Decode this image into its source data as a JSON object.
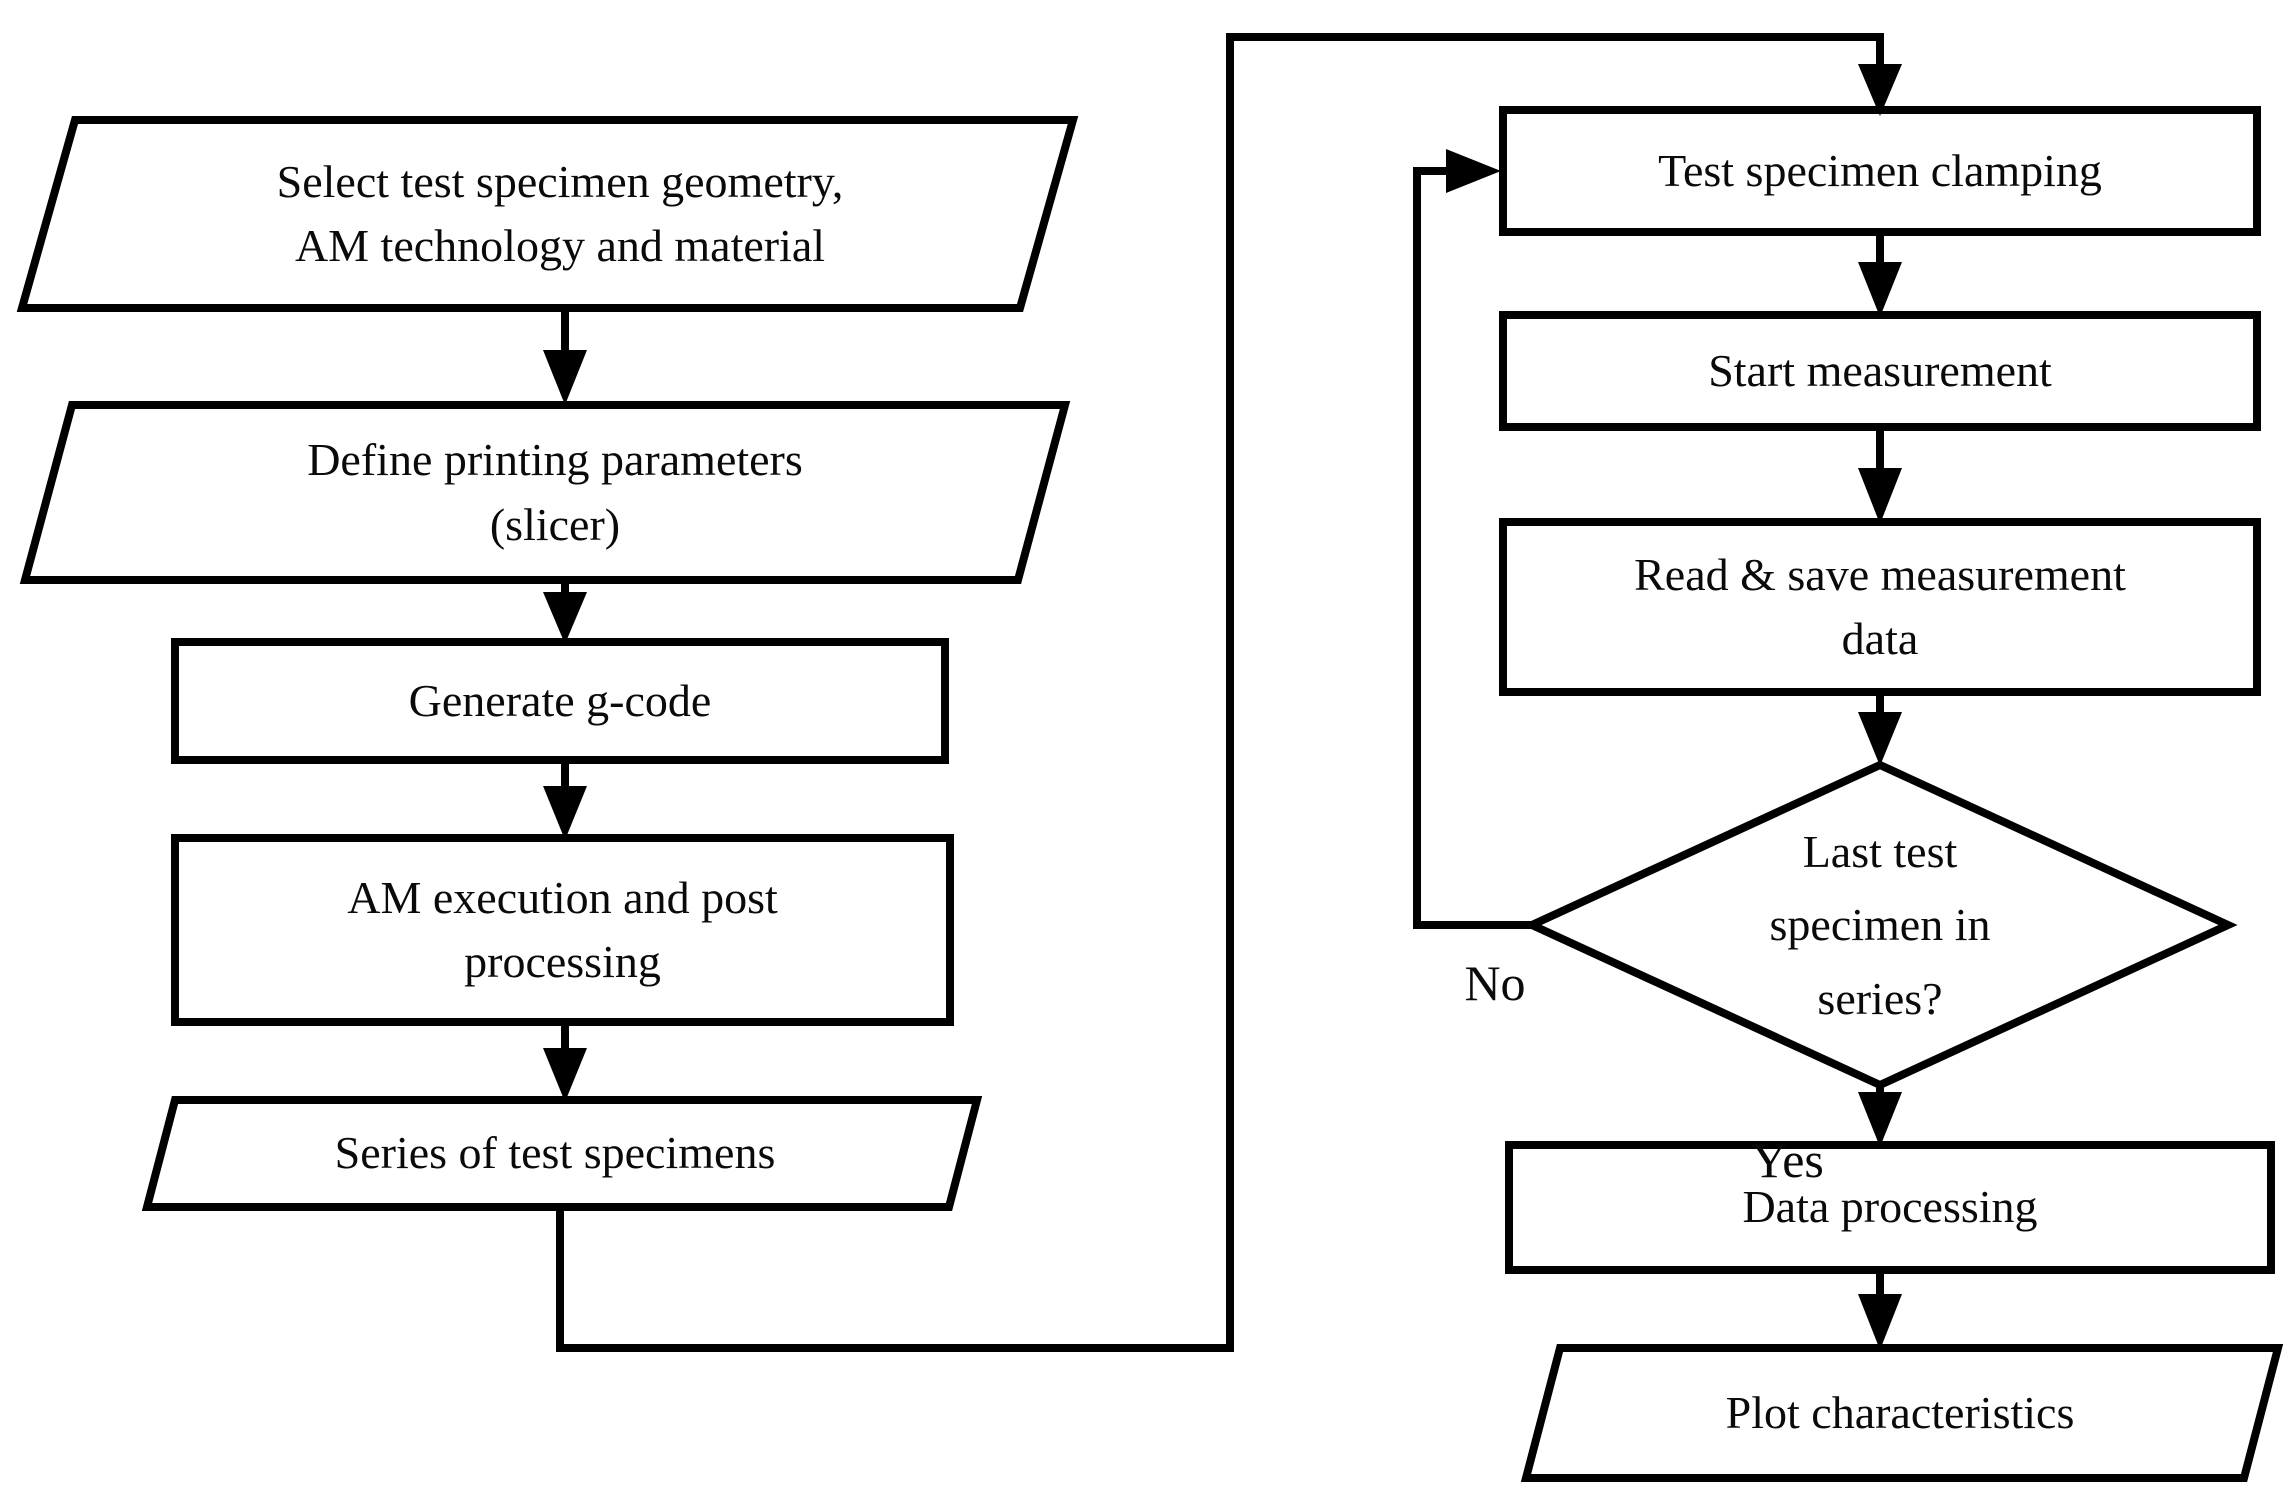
{
  "diagram": {
    "type": "flowchart",
    "colors": {
      "background": "#ffffff",
      "stroke": "#000000",
      "fill": "#ffffff",
      "text": "#0a0a0a"
    },
    "nodes": {
      "select_geometry": {
        "type": "parallelogram",
        "label": "Select test specimen geometry,\nAM technology and material"
      },
      "define_parameters": {
        "type": "parallelogram",
        "label": "Define printing parameters\n(slicer)"
      },
      "generate_gcode": {
        "type": "rectangle",
        "label": "Generate g-code"
      },
      "am_execution": {
        "type": "rectangle",
        "label": "AM execution and post\nprocessing"
      },
      "series_specimens": {
        "type": "parallelogram",
        "label": "Series of test specimens"
      },
      "specimen_clamping": {
        "type": "rectangle",
        "label": "Test specimen clamping"
      },
      "start_measurement": {
        "type": "rectangle",
        "label": "Start measurement"
      },
      "read_save_data": {
        "type": "rectangle",
        "label": "Read & save measurement\ndata"
      },
      "last_specimen": {
        "type": "diamond",
        "label": "Last test\nspecimen in\nseries?"
      },
      "data_processing": {
        "type": "rectangle",
        "label": "Data processing"
      },
      "plot_characteristics": {
        "type": "parallelogram",
        "label": "Plot characteristics"
      }
    },
    "edge_labels": {
      "no": "No",
      "yes": "Yes"
    }
  }
}
